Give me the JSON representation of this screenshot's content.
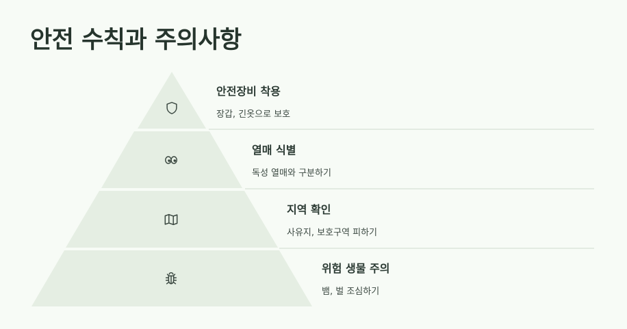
{
  "title": "안전 수칙과 주의사항",
  "colors": {
    "background": "#f7fbf6",
    "tier_fill": "#e5eee3",
    "divider": "#e3ebe2",
    "icon_stroke": "#3a4740"
  },
  "levels": [
    {
      "icon": "shield-icon",
      "heading": "안전장비 착용",
      "description": "장갑, 긴옷으로 보호"
    },
    {
      "icon": "eyes-icon",
      "heading": "열매 식별",
      "description": "독성 열매와 구분하기"
    },
    {
      "icon": "map-icon",
      "heading": "지역 확인",
      "description": "사유지, 보호구역 피하기"
    },
    {
      "icon": "bug-icon",
      "heading": "위험 생물 주의",
      "description": "뱀, 벌 조심하기"
    }
  ]
}
